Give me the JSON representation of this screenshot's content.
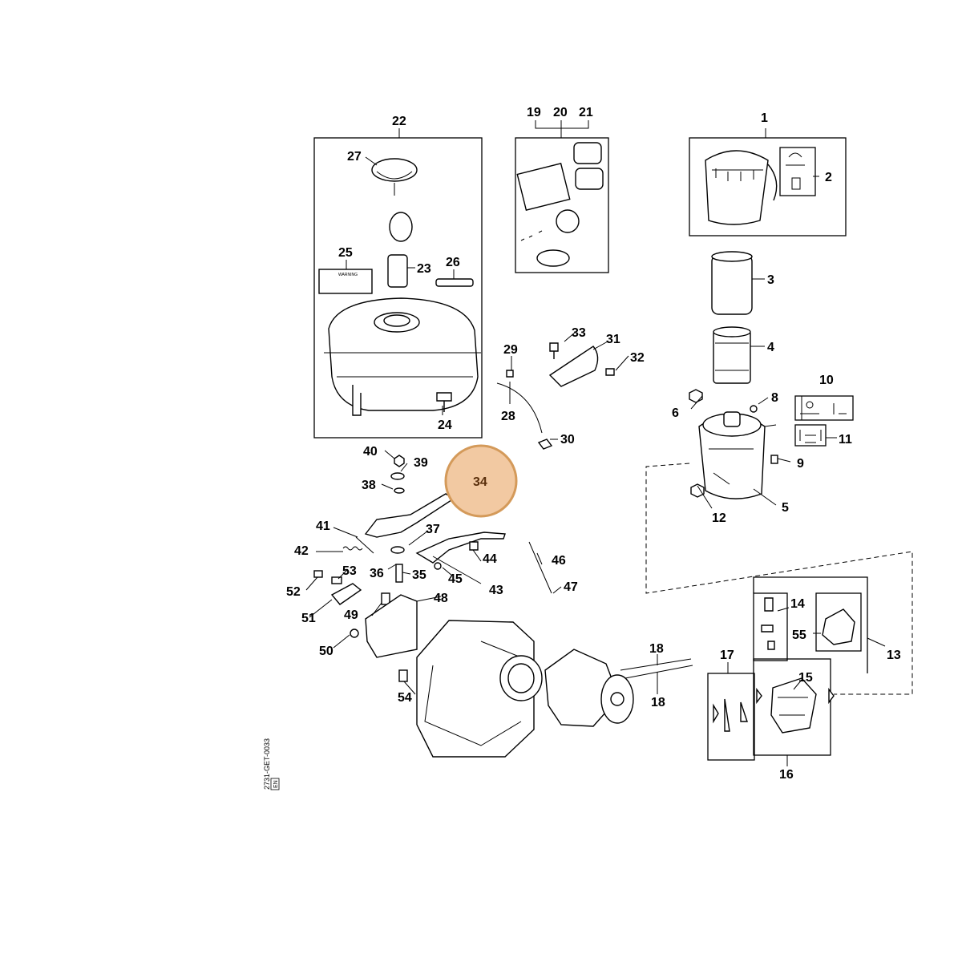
{
  "diagram": {
    "callouts": [
      "1",
      "2",
      "3",
      "4",
      "5",
      "6",
      "8",
      "9",
      "10",
      "11",
      "12",
      "13",
      "14",
      "15",
      "16",
      "17",
      "18",
      "18",
      "19",
      "20",
      "21",
      "22",
      "23",
      "24",
      "25",
      "26",
      "27",
      "28",
      "29",
      "30",
      "31",
      "32",
      "33",
      "34",
      "35",
      "36",
      "37",
      "38",
      "39",
      "40",
      "41",
      "42",
      "43",
      "44",
      "45",
      "46",
      "47",
      "48",
      "49",
      "50",
      "51",
      "52",
      "53",
      "54",
      "55"
    ],
    "highlight": {
      "label": "34",
      "color": "#f2c9a2",
      "stroke": "#d49a5a"
    },
    "side_code": "2731-GET-0033",
    "side_code_box": "EN",
    "decal_text": "WARNING"
  }
}
